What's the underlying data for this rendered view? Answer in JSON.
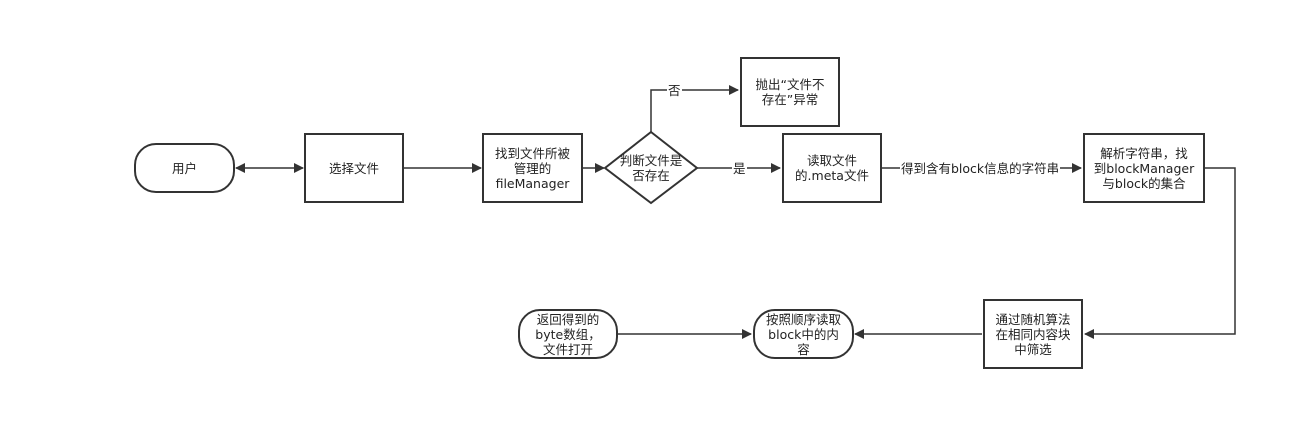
{
  "nodes": {
    "user": "用户",
    "select_file": "选择文件",
    "find_manager": "找到文件所被\n管理的\nfileManager",
    "check_exists": "判断文件是\n否存在",
    "throw_error": "抛出“文件不\n存在”异常",
    "read_meta": "读取文件\n的.meta文件",
    "parse_string": "解析字符串，找\n到blockManager\n与block的集合",
    "random_filter": "通过随机算法\n在相同内容块\n中筛选",
    "read_block": "按照顺序读取\nblock中的内\n容",
    "return_bytes": "返回得到的\nbyte数组，\n文件打开"
  },
  "edges": {
    "no_label": "否",
    "yes_label": "是",
    "meta_to_parse_label": "得到含有block信息的字符串"
  },
  "colors": {
    "stroke": "#333333",
    "text": "#222222",
    "background": "#ffffff"
  }
}
